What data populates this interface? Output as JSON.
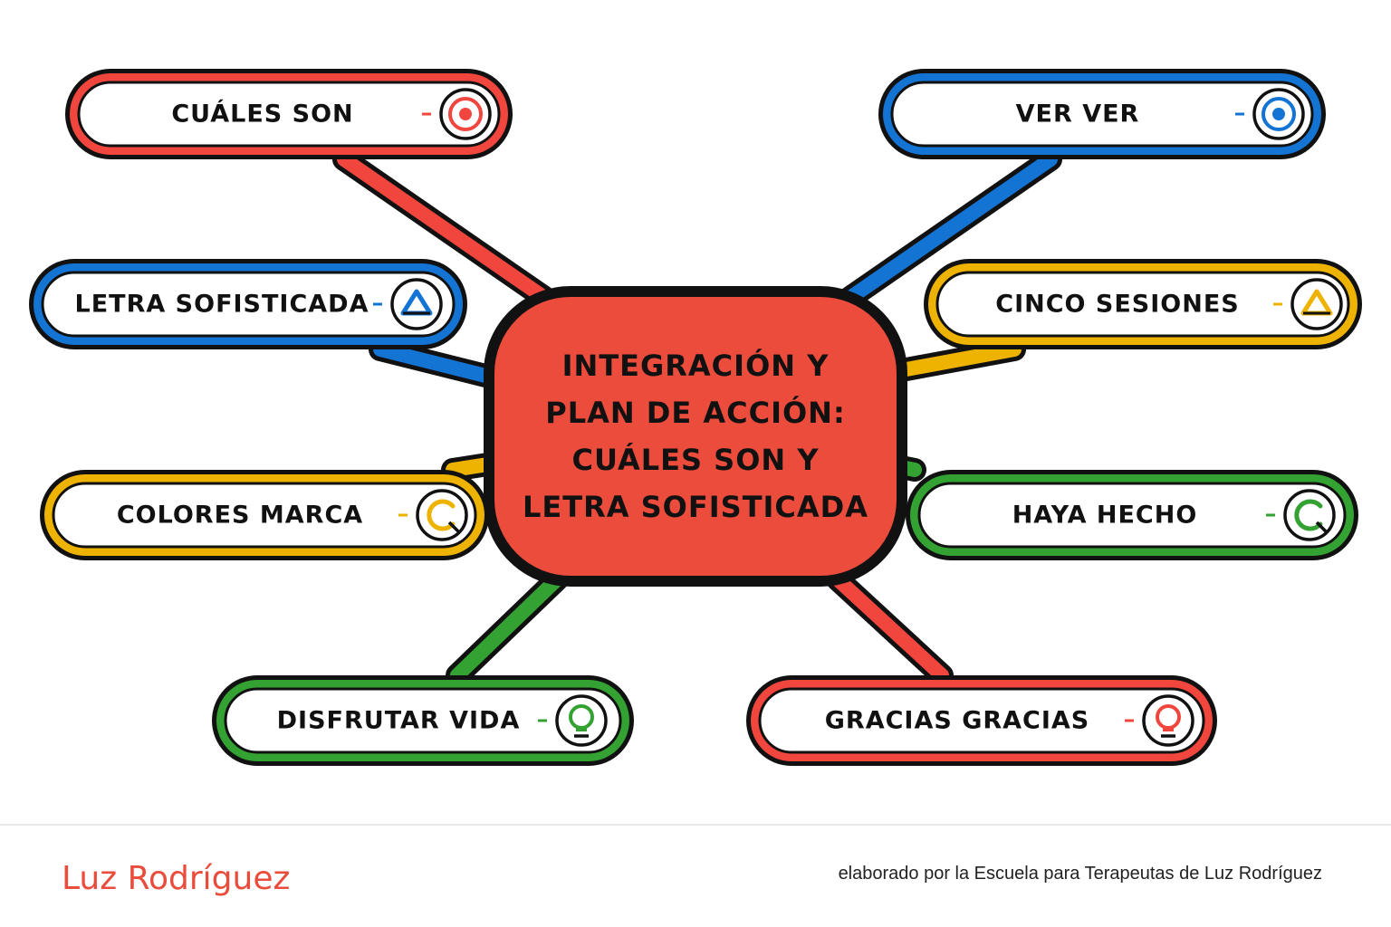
{
  "colors": {
    "red": "#f0463e",
    "blue": "#1474d4",
    "yellow": "#eeb200",
    "green": "#34a232",
    "center_fill": "#ec4c3c",
    "outline": "#111111"
  },
  "center": {
    "line1": "INTEGRACIÓN Y",
    "line2": "PLAN DE ACCIÓN:",
    "line3": "CUÁLES SON Y",
    "line4": "LETRA SOFISTICADA"
  },
  "nodes": [
    {
      "label": "CUÁLES SON",
      "color": "red",
      "icon": "target-icon"
    },
    {
      "label": "VER VER",
      "color": "blue",
      "icon": "target-icon"
    },
    {
      "label": "LETRA SOFISTICADA",
      "color": "blue",
      "icon": "triangle-icon"
    },
    {
      "label": "CINCO SESIONES",
      "color": "yellow",
      "icon": "triangle-icon"
    },
    {
      "label": "COLORES MARCA",
      "color": "yellow",
      "icon": "letter-c-icon"
    },
    {
      "label": "HAYA HECHO",
      "color": "green",
      "icon": "letter-c-icon"
    },
    {
      "label": "DISFRUTAR VIDA",
      "color": "green",
      "icon": "lightbulb-icon"
    },
    {
      "label": "GRACIAS GRACIAS",
      "color": "red",
      "icon": "lightbulb-icon"
    }
  ],
  "footer": {
    "author": "Luz Rodríguez",
    "credit": "elaborado por la Escuela para Terapeutas de Luz Rodríguez"
  }
}
